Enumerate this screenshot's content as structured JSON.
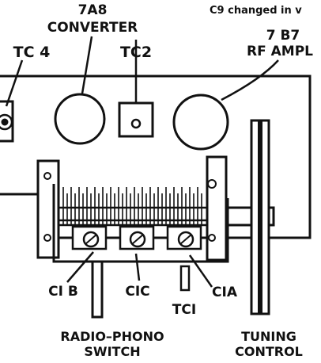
{
  "note": "C9 changed in v",
  "labels": {
    "converter_model": "7A8",
    "converter_name": "CONVERTER",
    "tc4": "TC 4",
    "tc2": "TC2",
    "rf_model": "7 B7",
    "rf_name": "RF AMPL",
    "c1b": "CI B",
    "c1c": "CIC",
    "c1a": "CIA",
    "tc1": "TCI",
    "radio_phono_1": "RADIO–PHONO",
    "radio_phono_2": "SWITCH",
    "tuning_1": "TUNING",
    "tuning_2": "CONTROL"
  },
  "colors": {
    "ink": "#111111",
    "paper": "#ffffff"
  }
}
